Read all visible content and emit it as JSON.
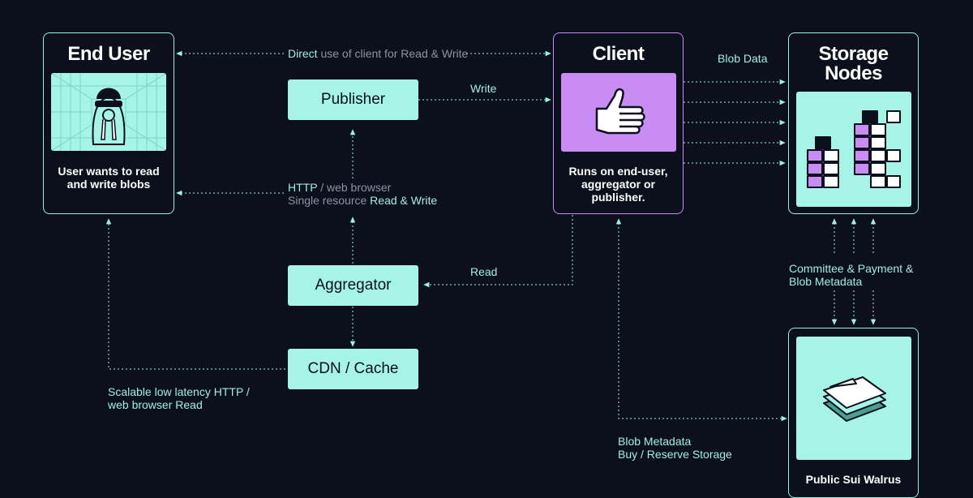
{
  "colors": {
    "background": "#0c0f1c",
    "accent": "#9ef0e0",
    "fill": "#a6f4e6",
    "purple": "#c98cf2",
    "muted": "#8c93a3"
  },
  "nodes": {
    "end_user": {
      "title": "End User",
      "caption": "User wants to read and write blobs",
      "icon": "walrus-with-sunglasses-icon"
    },
    "client": {
      "title": "Client",
      "caption": "Runs on end-user, aggregator or publisher.",
      "icon": "thumbs-up-icon"
    },
    "storage_nodes": {
      "title": "Storage Nodes",
      "icon": "stacked-cubes-icon"
    },
    "sui": {
      "title": "Public Sui Walrus",
      "icon": "stacked-sheets-icon"
    },
    "publisher": {
      "label": "Publisher"
    },
    "aggregator": {
      "label": "Aggregator"
    },
    "cdn": {
      "label": "CDN / Cache"
    }
  },
  "edges": {
    "direct": {
      "highlight": "Direct",
      "rest": "use of client for Read & Write"
    },
    "write": "Write",
    "read": "Read",
    "blob_data": "Blob Data",
    "http_line1": {
      "highlight": "HTTP",
      "rest": "/ web browser"
    },
    "http_line2": {
      "rest": "Single resource",
      "highlight": "Read & Write"
    },
    "committee": [
      "Committee & Payment &",
      "Blob Metadata"
    ],
    "scalable": [
      "Scalable low latency HTTP /",
      "web browser Read"
    ],
    "blob_meta": [
      "Blob Metadata",
      "Buy / Reserve Storage"
    ]
  }
}
